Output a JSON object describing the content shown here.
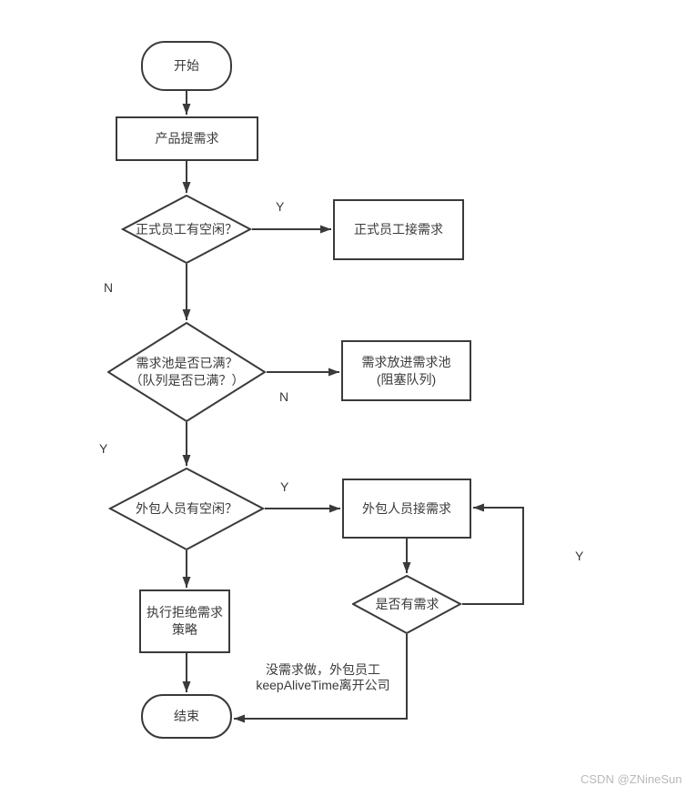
{
  "diagram": {
    "nodes": {
      "start": {
        "label": "开始",
        "type": "terminal"
      },
      "submit": {
        "label": "产品提需求",
        "type": "process"
      },
      "d1": {
        "label": "正式员工有空闲？",
        "type": "decision"
      },
      "r1": {
        "label": "正式员工接需求",
        "type": "process"
      },
      "d2": {
        "label": "需求池是否已满？\n（队列是否已满？）",
        "type": "decision"
      },
      "r2": {
        "label": "需求放进需求池\n(阻塞队列)",
        "type": "process"
      },
      "d3": {
        "label": "外包人员有空闲？",
        "type": "decision"
      },
      "r3": {
        "label": "外包人员接需求",
        "type": "process"
      },
      "d4": {
        "label": "是否有需求",
        "type": "decision"
      },
      "r4": {
        "label": "执行拒绝需求\n策略",
        "type": "process"
      },
      "end": {
        "label": "结束",
        "type": "terminal"
      }
    },
    "edge_labels": {
      "d1_yes": "Y",
      "d1_no": "N",
      "d2_no": "N",
      "d2_yes": "Y",
      "d3_yes": "Y",
      "d4_yes": "Y"
    },
    "annotation": "没需求做，外包员工\nkeepAliveTime离开公司",
    "watermark": "CSDN @ZNineSun",
    "colors": {
      "stroke": "#3a3a3a",
      "text": "#3a3a3a",
      "watermark": "#b9b9b9",
      "background": "#ffffff"
    }
  }
}
